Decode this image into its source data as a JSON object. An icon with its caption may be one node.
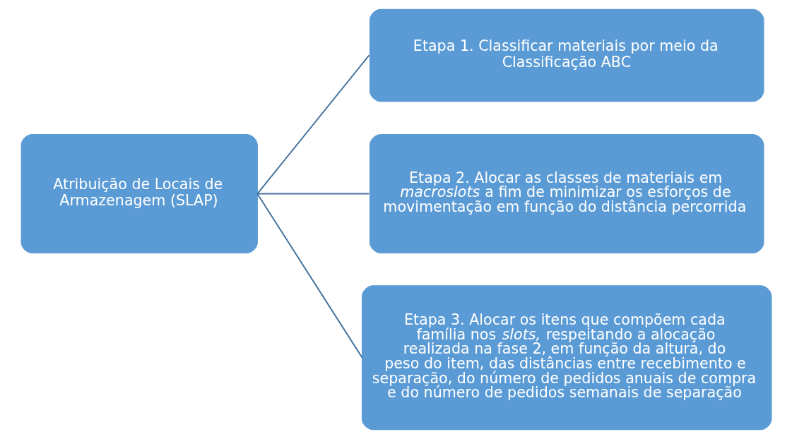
{
  "diagram": {
    "nodes": [
      {
        "text": [
          "Atribuição de Locais de Armazenagem (SLAP)"
        ]
      },
      {
        "text": [
          "Etapa 1. Classificar materiais por meio da Classificação ABC"
        ]
      },
      {
        "text": [
          "Etapa 2. Alocar as classes de materiais em *macroslots* a fim de minimizar os esforços de movimentação em função do distância percorrida"
        ]
      },
      {
        "text": [
          "Etapa 3. Alocar os itens que compõem cada família nos *slots,* respeitando a alocação realizada na fase 2, em função da altura, do peso do item, das distâncias entre recebimento e separação, do número de pedidos anuais de compra e do número de pedidos semanais de separação"
        ]
      }
    ],
    "edges": [
      {
        "from": 0,
        "to": 1,
        "arrow": "none"
      },
      {
        "from": 0,
        "to": 2,
        "arrow": "none"
      },
      {
        "from": 0,
        "to": 3,
        "arrow": "none"
      }
    ]
  }
}
